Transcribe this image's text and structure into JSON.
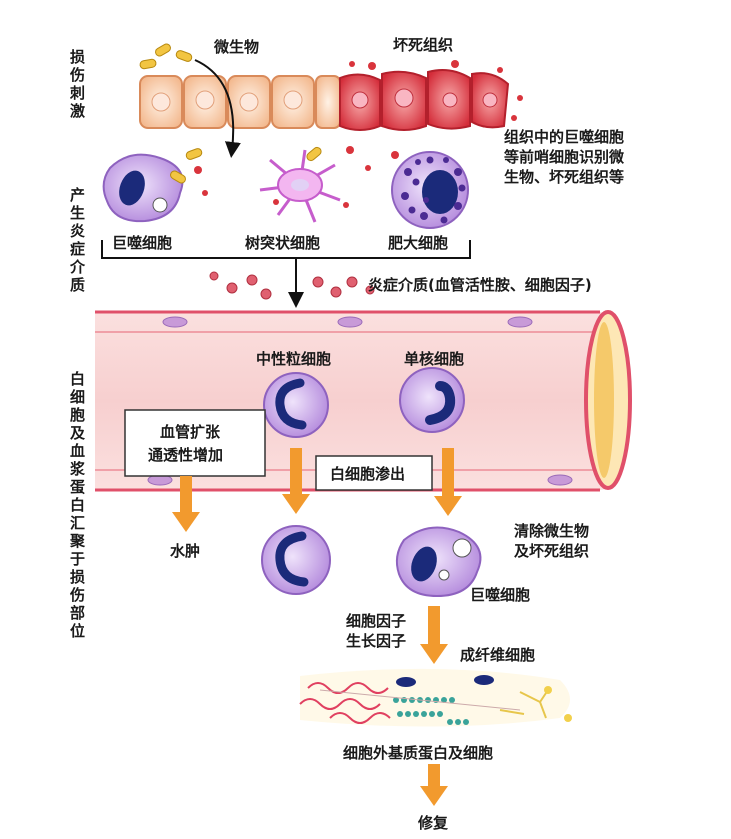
{
  "side_labels": {
    "injury": "损伤刺激",
    "mediators": "产生炎症介质",
    "aggregation": "白细胞及血浆蛋白汇聚于损伤部位"
  },
  "labels": {
    "microbes": "微生物",
    "necrotic": "坏死组织",
    "recognition_1": "组织中的巨噬细胞",
    "recognition_2": "等前哨细胞识别微",
    "recognition_3": "生物、坏死组织等",
    "macrophage": "巨噬细胞",
    "dendritic": "树突状细胞",
    "mast": "肥大细胞",
    "mediator_line": "炎症介质(血管活性胺、细胞因子)",
    "neutrophil": "中性粒细胞",
    "monocyte": "单核细胞",
    "vaso_1": "血管扩张",
    "vaso_2": "通透性增加",
    "extravasation": "白细胞渗出",
    "edema": "水肿",
    "clearance_1": "清除微生物",
    "clearance_2": "及坏死组织",
    "macrophage2": "巨噬细胞",
    "factors_1": "细胞因子",
    "factors_2": "生长因子",
    "fibroblast": "成纤维细胞",
    "matrix": "细胞外基质蛋白及细胞",
    "repair": "修复"
  },
  "colors": {
    "arrow": "#f29a2e",
    "vessel": "#f6c9c9",
    "vessel_wall": "#e0506a",
    "cell_purple": "#b48ad8",
    "nucleus": "#1b2a7a",
    "necrotic": "#d9343c",
    "healthy_cell": "#f7c9a8"
  }
}
